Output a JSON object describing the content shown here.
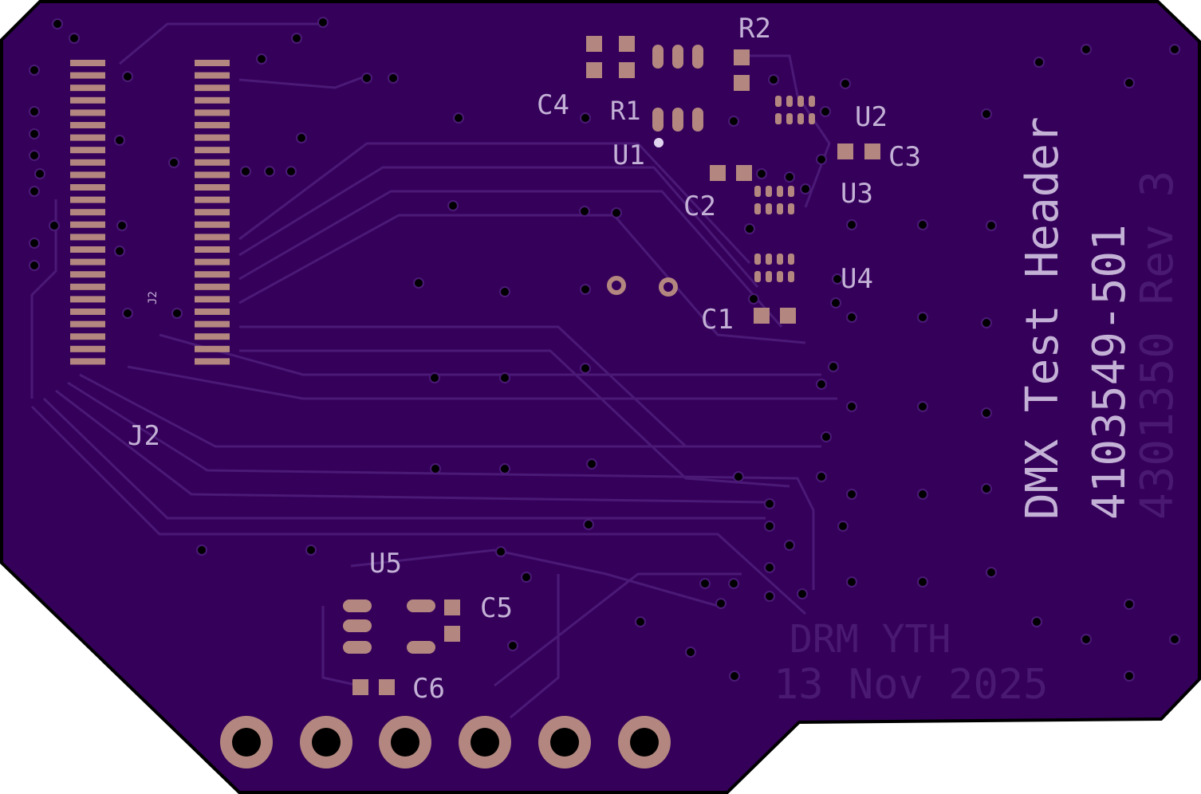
{
  "board": {
    "title": "DMX Test Header",
    "part_number": "410354 9-501",
    "assembly_rev": "4301350 Rev 3",
    "initials": "DRM YTH",
    "date": "13 Nov 2025"
  },
  "designators": {
    "J2": "J2",
    "J2_small": "J2",
    "R1": "R1",
    "R2": "R2",
    "C1": "C1",
    "C2": "C2",
    "C3": "C3",
    "C4": "C4",
    "C5": "C5",
    "C6": "C6",
    "U1": "U1",
    "U2": "U2",
    "U3": "U3",
    "U4": "U4",
    "U5": "U5"
  },
  "colors": {
    "board": "#35005a",
    "silkscreen": "#c3b1d6",
    "pad": "#b3877f",
    "outline": "#000000"
  }
}
